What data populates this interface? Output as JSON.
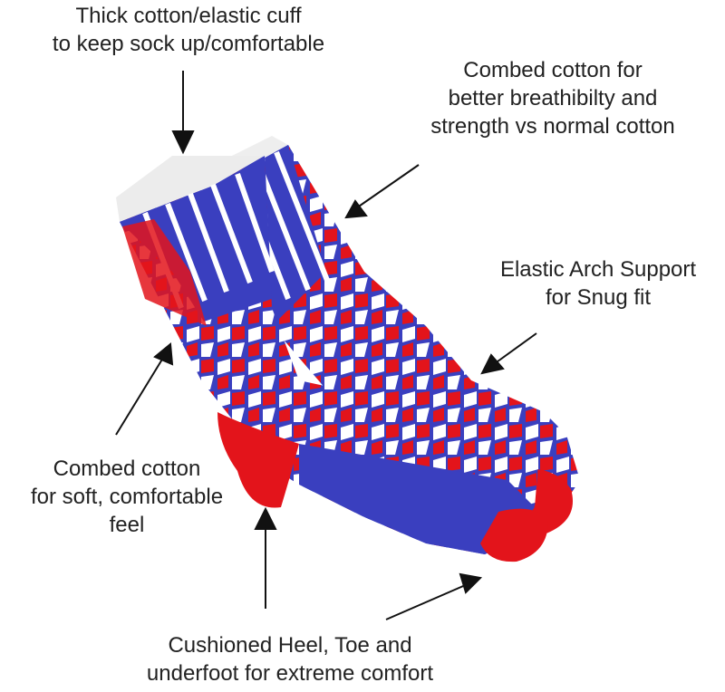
{
  "labels": {
    "cuff": [
      "Thick cotton/elastic cuff",
      "to keep sock up/comfortable"
    ],
    "combed_top": [
      "Combed cotton for",
      "better breathibilty and",
      "strength vs normal cotton"
    ],
    "arch": [
      "Elastic Arch Support",
      "for Snug fit"
    ],
    "combed_soft": [
      "Combed cotton",
      "for soft, comfortable",
      "feel"
    ],
    "cushion": [
      "Cushioned Heel, Toe and",
      "underfoot for extreme comfort"
    ]
  },
  "colors": {
    "blue": "#3a3fbf",
    "red": "#e3141b",
    "white": "#ffffff",
    "cuff": "#ececec",
    "arrow": "#111111"
  }
}
